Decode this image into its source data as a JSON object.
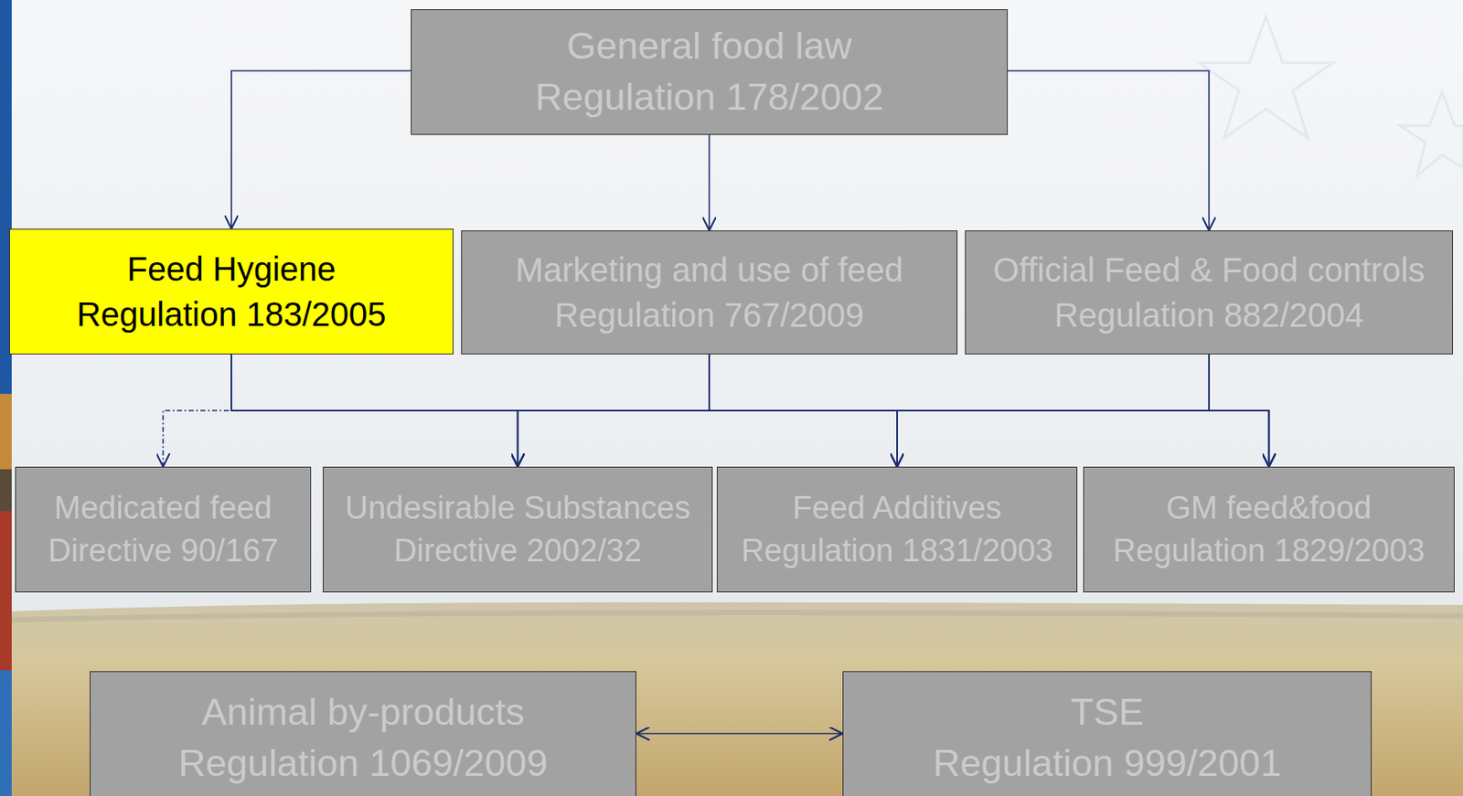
{
  "diagram": {
    "nodes": [
      {
        "text": [
          "General food law",
          "Regulation 178/2002"
        ]
      },
      {
        "text": [
          "Feed Hygiene",
          "Regulation 183/2005"
        ]
      },
      {
        "text": [
          "Marketing and use of feed",
          "Regulation 767/2009"
        ]
      },
      {
        "text": [
          "Official Feed & Food controls",
          "Regulation 882/2004"
        ]
      },
      {
        "text": [
          "Medicated feed",
          "Directive 90/167"
        ]
      },
      {
        "text": [
          "Undesirable Substances",
          "Directive 2002/32"
        ]
      },
      {
        "text": [
          "Feed Additives",
          "Regulation 1831/2003"
        ]
      },
      {
        "text": [
          "GM feed&food",
          "Regulation 1829/2003"
        ]
      },
      {
        "text": [
          "Animal by-products",
          "Regulation 1069/2009"
        ]
      },
      {
        "text": [
          "TSE",
          "Regulation 999/2001"
        ]
      }
    ],
    "edges": [
      {
        "from": 0,
        "to": 1,
        "arrow": "to"
      },
      {
        "from": 0,
        "to": 2,
        "arrow": "to"
      },
      {
        "from": 0,
        "to": 3,
        "arrow": "to"
      },
      {
        "from": 1,
        "to": 4,
        "arrow": "to"
      },
      {
        "from": 1,
        "to": 5,
        "arrow": "to"
      },
      {
        "from": 1,
        "to": 6,
        "arrow": "to"
      },
      {
        "from": 1,
        "to": 7,
        "arrow": "to"
      },
      {
        "from": 2,
        "to": 5,
        "arrow": "to"
      },
      {
        "from": 2,
        "to": 6,
        "arrow": "to"
      },
      {
        "from": 2,
        "to": 7,
        "arrow": "to"
      },
      {
        "from": 3,
        "to": 5,
        "arrow": "to"
      },
      {
        "from": 3,
        "to": 6,
        "arrow": "to"
      },
      {
        "from": 3,
        "to": 7,
        "arrow": "to"
      },
      {
        "from": 8,
        "to": 9,
        "arrow": "both"
      }
    ]
  }
}
